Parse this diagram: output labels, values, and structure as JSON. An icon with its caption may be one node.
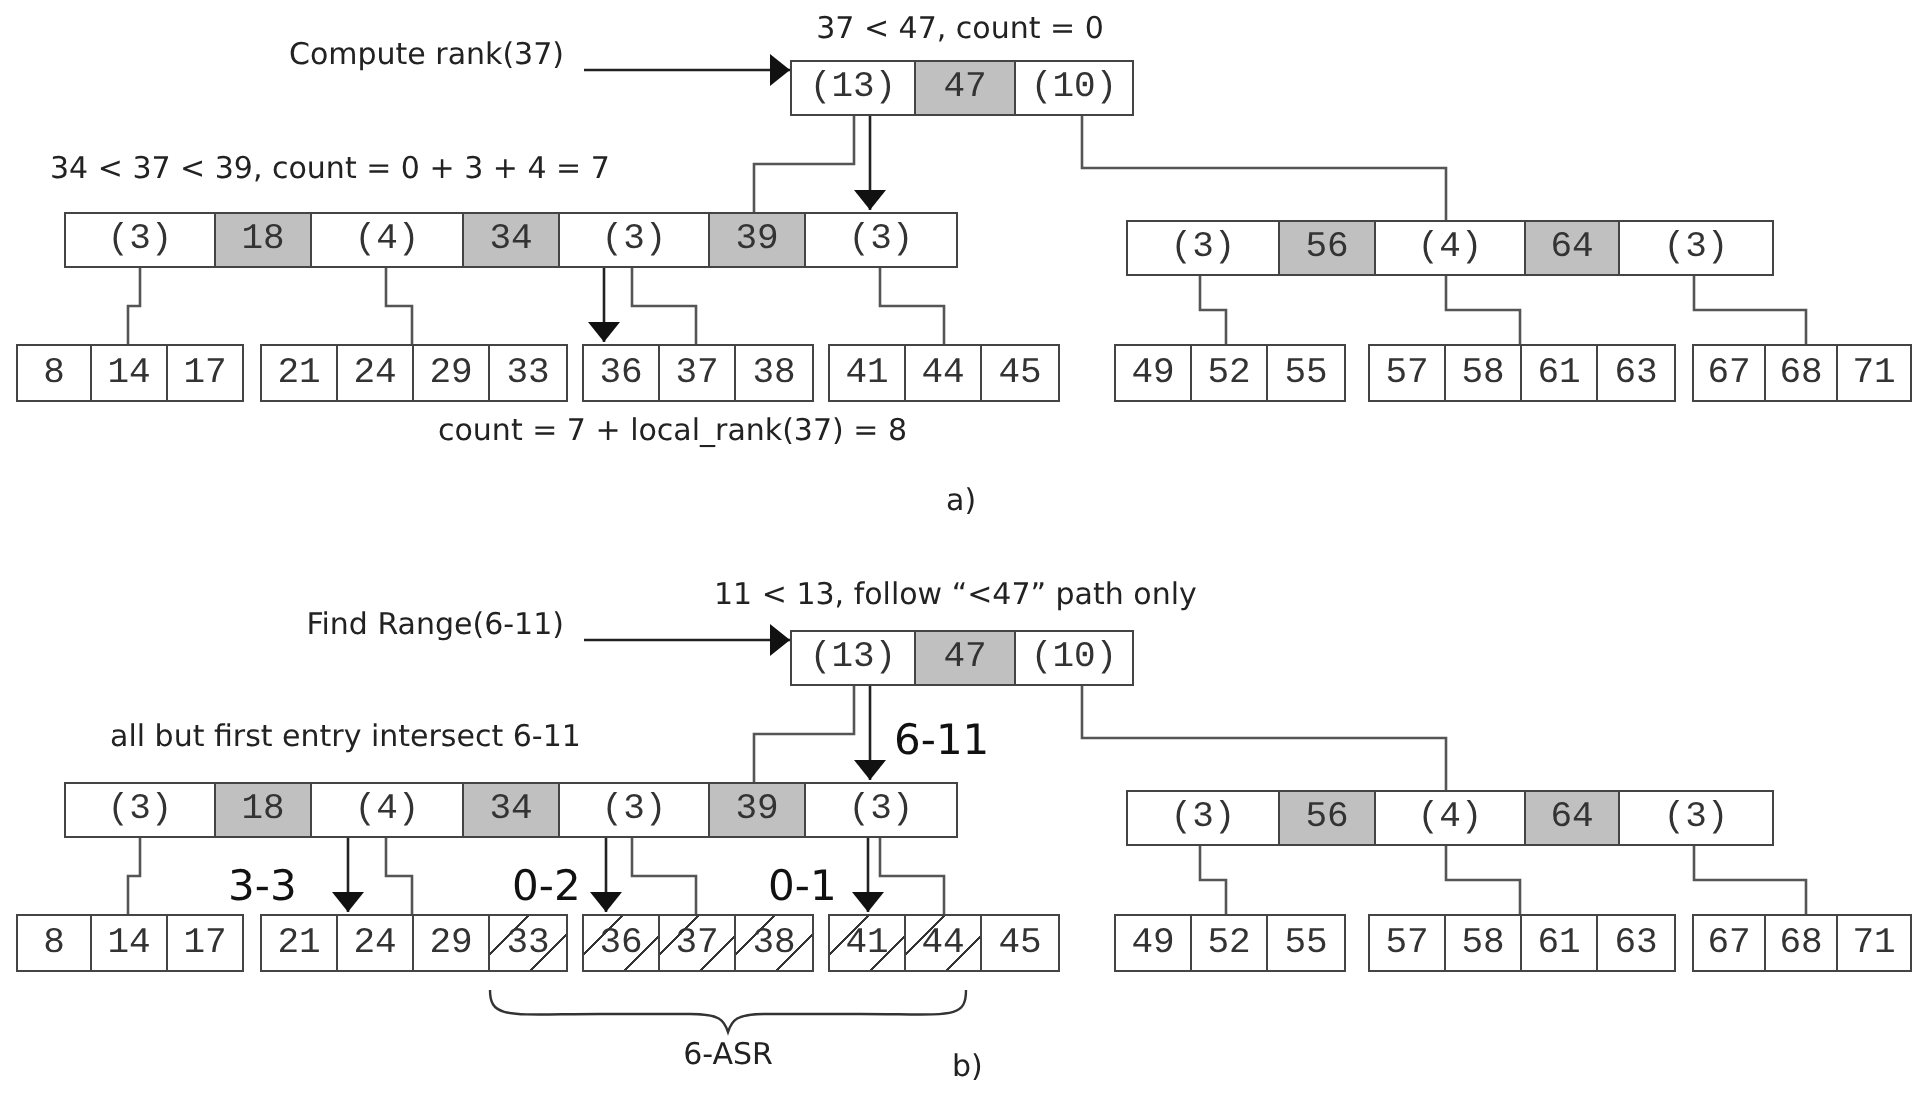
{
  "diagram": {
    "nodes": [
      {
        "text": [
          "Compute rank(37)"
        ]
      },
      {
        "text": [
          "(13)",
          "47",
          "(10)"
        ]
      },
      {
        "text": [
          "(3)",
          "18",
          "(4)",
          "34",
          "(3)",
          "39",
          "(3)"
        ]
      },
      {
        "text": [
          "(3)",
          "56",
          "(4)",
          "64",
          "(3)"
        ]
      },
      {
        "text": [
          "8",
          "14",
          "17"
        ]
      },
      {
        "text": [
          "21",
          "24",
          "29",
          "33"
        ]
      },
      {
        "text": [
          "36",
          "37",
          "38"
        ]
      },
      {
        "text": [
          "41",
          "44",
          "45"
        ]
      },
      {
        "text": [
          "49",
          "52",
          "55"
        ]
      },
      {
        "text": [
          "57",
          "58",
          "61",
          "63"
        ]
      },
      {
        "text": [
          "67",
          "68",
          "71"
        ]
      },
      {
        "text": [
          "Find Range(6-11)"
        ]
      },
      {
        "text": [
          "(13)",
          "47",
          "(10)"
        ]
      },
      {
        "text": [
          "(3)",
          "18",
          "(4)",
          "34",
          "(3)",
          "39",
          "(3)"
        ]
      },
      {
        "text": [
          "(3)",
          "56",
          "(4)",
          "64",
          "(3)"
        ]
      },
      {
        "text": [
          "8",
          "14",
          "17"
        ]
      },
      {
        "text": [
          "21",
          "24",
          "29",
          "33"
        ]
      },
      {
        "text": [
          "36",
          "37",
          "38"
        ]
      },
      {
        "text": [
          "41",
          "44",
          "45"
        ]
      },
      {
        "text": [
          "49",
          "52",
          "55"
        ]
      },
      {
        "text": [
          "57",
          "58",
          "61",
          "63"
        ]
      },
      {
        "text": [
          "67",
          "68",
          "71"
        ]
      }
    ],
    "edges": [
      {
        "from": 0,
        "to": 1,
        "arrow": "to"
      },
      {
        "from": 1,
        "to": 2,
        "arrow": "none"
      },
      {
        "from": 1,
        "to": 3,
        "arrow": "none"
      },
      {
        "from": 1,
        "to": 2,
        "arrow": "to"
      },
      {
        "from": 2,
        "to": 4,
        "arrow": "none"
      },
      {
        "from": 2,
        "to": 5,
        "arrow": "none"
      },
      {
        "from": 2,
        "to": 6,
        "arrow": "none"
      },
      {
        "from": 2,
        "to": 7,
        "arrow": "none"
      },
      {
        "from": 3,
        "to": 8,
        "arrow": "none"
      },
      {
        "from": 3,
        "to": 9,
        "arrow": "none"
      },
      {
        "from": 3,
        "to": 10,
        "arrow": "none"
      },
      {
        "from": 2,
        "to": 6,
        "arrow": "to"
      },
      {
        "from": 11,
        "to": 12,
        "arrow": "to"
      },
      {
        "from": 12,
        "to": 13,
        "arrow": "none"
      },
      {
        "from": 12,
        "to": 14,
        "arrow": "none"
      },
      {
        "from": 12,
        "to": 13,
        "arrow": "to",
        "label": "6-11"
      },
      {
        "from": 13,
        "to": 15,
        "arrow": "none"
      },
      {
        "from": 13,
        "to": 16,
        "arrow": "none"
      },
      {
        "from": 13,
        "to": 17,
        "arrow": "none"
      },
      {
        "from": 13,
        "to": 18,
        "arrow": "none"
      },
      {
        "from": 14,
        "to": 19,
        "arrow": "none"
      },
      {
        "from": 14,
        "to": 20,
        "arrow": "none"
      },
      {
        "from": 14,
        "to": 21,
        "arrow": "none"
      },
      {
        "from": 13,
        "to": 16,
        "arrow": "to",
        "label": "3-3"
      },
      {
        "from": 13,
        "to": 17,
        "arrow": "to",
        "label": "0-2"
      },
      {
        "from": 13,
        "to": 18,
        "arrow": "to",
        "label": "0-1"
      }
    ],
    "labels": [
      "37 < 47, count = 0",
      "34 < 37 < 39, count = 0 + 3 + 4 = 7",
      "count = 7 + local_rank(37) = 8",
      "a)",
      "11 < 13, follow “<47” path only",
      "all but first entry intersect 6-11",
      "6-ASR",
      "b)"
    ]
  }
}
